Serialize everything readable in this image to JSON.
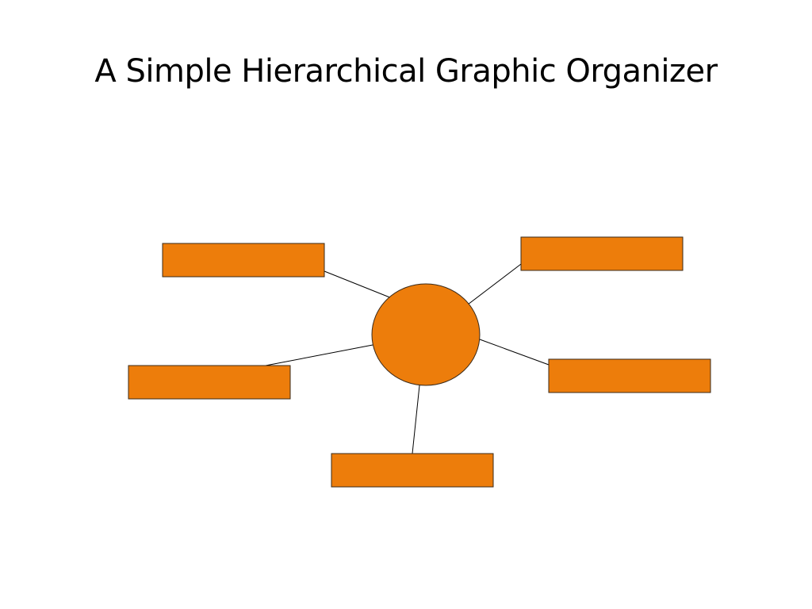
{
  "slide": {
    "title": "A Simple Hierarchical Graphic Organizer"
  },
  "diagram": {
    "fill_color": "#ED7D0B",
    "stroke_color": "#3A2A1A",
    "connector_color": "#000000",
    "center_shape": "ellipse",
    "branch_shape": "rectangle",
    "branch_count": 5
  }
}
